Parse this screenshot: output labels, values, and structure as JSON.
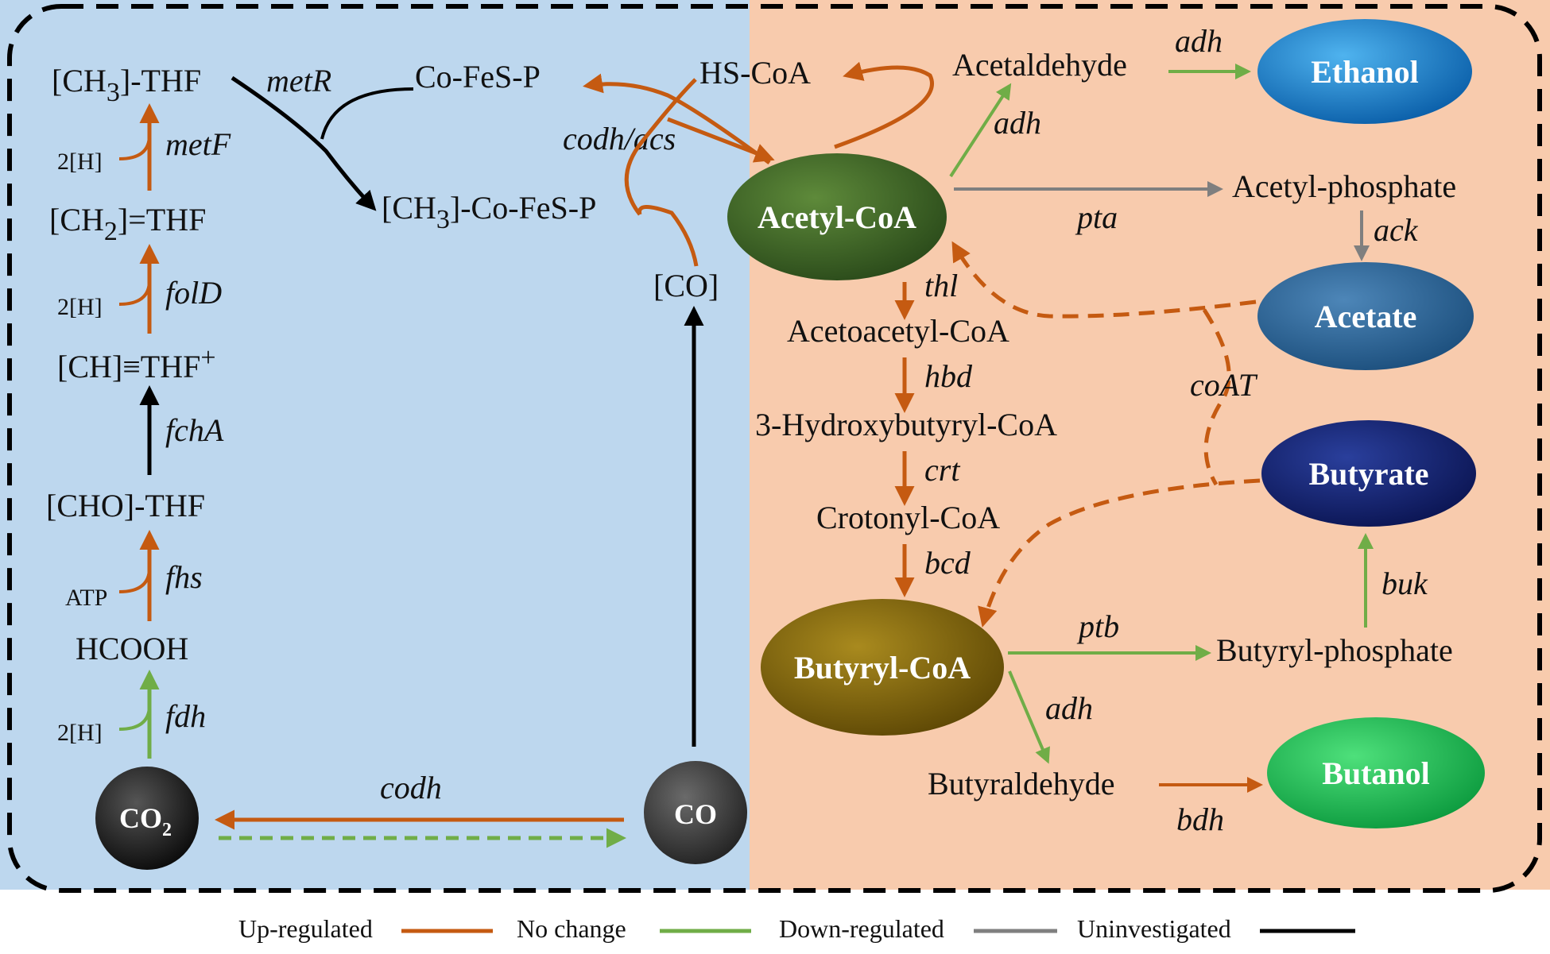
{
  "colors": {
    "left_bg": "#bdd7ee",
    "right_bg": "#f8cbad",
    "up_regulated": "#c55a11",
    "no_change": "#70ad47",
    "down_regulated": "#7f7f7f",
    "uninvestigated": "#000000"
  },
  "wood_ljungdahl": {
    "ch3_thf": "[CH",
    "ch3_thf_sub": "3",
    "ch3_thf_rest": "]-THF",
    "ch2_thf": "[CH",
    "ch2_thf_sub": "2",
    "ch2_thf_rest": "]=THF",
    "ch_thf": "[CH]≡THF",
    "ch_thf_sup": "+",
    "cho_thf": "[CHO]-THF",
    "hcooh": "HCOOH",
    "cofactor_2h": "2[H]",
    "cofactor_atp": "ATP",
    "co_fes_p": "Co-FeS-P",
    "ch3_co_fes_p_a": "[CH",
    "ch3_co_fes_p_sub": "3",
    "ch3_co_fes_p_b": "]-Co-FeS-P",
    "hs_coa": "HS-CoA",
    "co_bracket": "[CO]",
    "co2_a": "CO",
    "co2_sub": "2",
    "co": "CO"
  },
  "genes": {
    "metR": "metR",
    "metF": "metF",
    "folD": "folD",
    "fchA": "fchA",
    "fhs": "fhs",
    "fdh": "fdh",
    "codh_acs": "codh/acs",
    "codh": "codh",
    "adh": "adh",
    "pta": "pta",
    "ack": "ack",
    "thl": "thl",
    "hbd": "hbd",
    "crt": "crt",
    "bcd": "bcd",
    "coAT": "coAT",
    "ptb": "ptb",
    "buk": "buk",
    "bdh": "bdh"
  },
  "metabolites": {
    "acetaldehyde": "Acetaldehyde",
    "ethanol": "Ethanol",
    "acetyl_coa": "Acetyl-CoA",
    "acetyl_phosphate": "Acetyl-phosphate",
    "acetate": "Acetate",
    "acetoacetyl_coa": "Acetoacetyl-CoA",
    "hydroxybutyryl_coa": "3-Hydroxybutyryl-CoA",
    "crotonyl_coa": "Crotonyl-CoA",
    "butyrate": "Butyrate",
    "butyryl_coa": "Butyryl-CoA",
    "butyryl_phosphate": "Butyryl-phosphate",
    "butyraldehyde": "Butyraldehyde",
    "butanol": "Butanol"
  },
  "legend": [
    {
      "label": "Up-regulated",
      "color": "#c55a11"
    },
    {
      "label": "No change",
      "color": "#70ad47"
    },
    {
      "label": "Down-regulated",
      "color": "#7f7f7f"
    },
    {
      "label": "Uninvestigated",
      "color": "#000000"
    }
  ]
}
